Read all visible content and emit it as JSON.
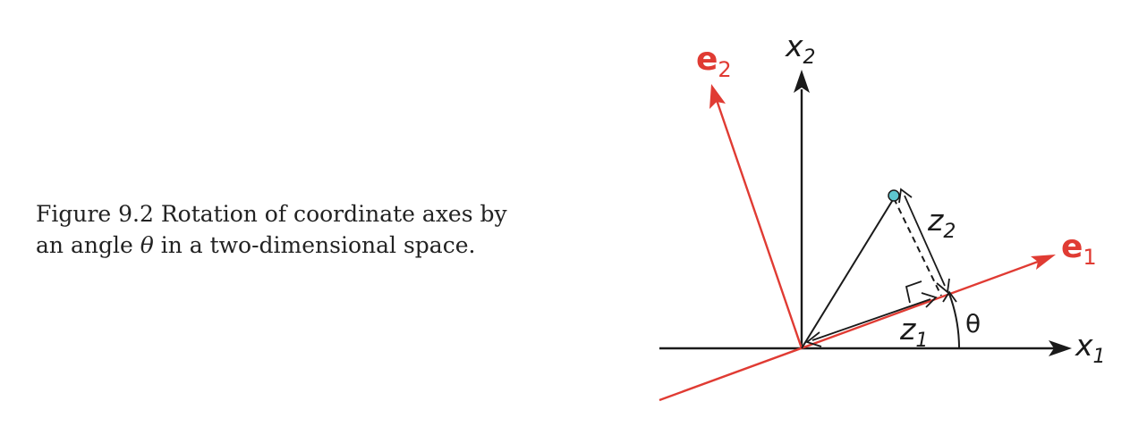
{
  "caption": {
    "line1": "Figure 9.2 Rotation of coordinate axes by",
    "line2_pre": "an angle ",
    "line2_theta": "θ",
    "line2_post": " in a two-dimensional space."
  },
  "diagram": {
    "labels": {
      "x1_base": "x",
      "x1_sub": "1",
      "x2_base": "x",
      "x2_sub": "2",
      "e1_base": "e",
      "e1_sub": "1",
      "e2_base": "e",
      "e2_sub": "2",
      "z1_base": "z",
      "z1_sub": "1",
      "z2_base": "z",
      "z2_sub": "2",
      "theta": "θ"
    },
    "colors": {
      "axis": "#1a1a1a",
      "rotated": "#e03b33",
      "point_fill": "#5ec6cf"
    }
  }
}
